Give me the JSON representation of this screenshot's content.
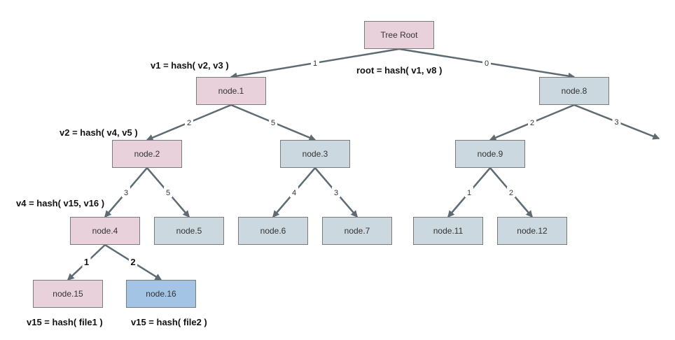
{
  "colors": {
    "path": "#e9d1db",
    "other": "#ccd8df",
    "target": "#a3c4e5",
    "edge": "#5f6b73"
  },
  "nodes": {
    "root": {
      "label": "Tree Root",
      "kind": "path"
    },
    "n1": {
      "label": "node.1",
      "kind": "path"
    },
    "n8": {
      "label": "node.8",
      "kind": "other"
    },
    "n2": {
      "label": "node.2",
      "kind": "path"
    },
    "n3": {
      "label": "node.3",
      "kind": "other"
    },
    "n9": {
      "label": "node.9",
      "kind": "other"
    },
    "n4": {
      "label": "node.4",
      "kind": "path"
    },
    "n5": {
      "label": "node.5",
      "kind": "other"
    },
    "n6": {
      "label": "node.6",
      "kind": "other"
    },
    "n7": {
      "label": "node.7",
      "kind": "other"
    },
    "n11": {
      "label": "node.11",
      "kind": "other"
    },
    "n12": {
      "label": "node.12",
      "kind": "other"
    },
    "n15": {
      "label": "node.15",
      "kind": "path"
    },
    "n16": {
      "label": "node.16",
      "kind": "target"
    }
  },
  "edges": [
    {
      "from": "root",
      "to": "n1",
      "label": "1"
    },
    {
      "from": "root",
      "to": "n8",
      "label": "0"
    },
    {
      "from": "n1",
      "to": "n2",
      "label": "2"
    },
    {
      "from": "n1",
      "to": "n3",
      "label": "5"
    },
    {
      "from": "n8",
      "to": "n9",
      "label": "2"
    },
    {
      "from": "n8",
      "to": "open",
      "label": "3"
    },
    {
      "from": "n2",
      "to": "n4",
      "label": "3"
    },
    {
      "from": "n2",
      "to": "n5",
      "label": "5"
    },
    {
      "from": "n3",
      "to": "n6",
      "label": "4"
    },
    {
      "from": "n3",
      "to": "n7",
      "label": "3"
    },
    {
      "from": "n9",
      "to": "n11",
      "label": "1"
    },
    {
      "from": "n9",
      "to": "n12",
      "label": "2"
    },
    {
      "from": "n4",
      "to": "n15",
      "label": "1",
      "bold": true
    },
    {
      "from": "n4",
      "to": "n16",
      "label": "2",
      "bold": true
    }
  ],
  "annotations": {
    "v1": "v1 = hash( v2, v3 )",
    "root": "root = hash( v1, v8 )",
    "v2": "v2 = hash( v4, v5 )",
    "v4": "v4 = hash( v15, v16 )",
    "v15_file1": "v15 = hash( file1 )",
    "v15_file2": "v15 = hash( file2 )"
  }
}
